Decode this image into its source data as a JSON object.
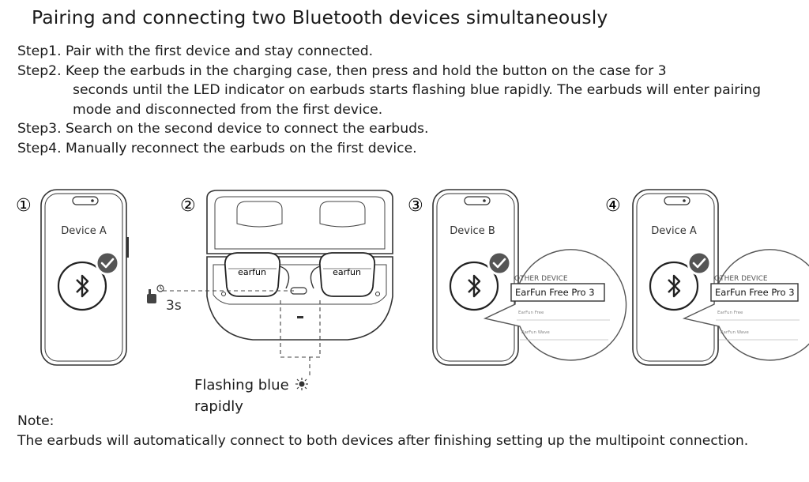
{
  "title": "Pairing and connecting two Bluetooth devices simultaneously",
  "steps": [
    {
      "label": "Step1.",
      "text": "Pair with the first device and stay connected."
    },
    {
      "label": "Step2.",
      "line1": "Keep the earbuds in the charging case, then press and hold the button on the case for 3",
      "cont": "seconds until the LED indicator on earbuds starts flashing blue rapidly. The earbuds will enter pairing mode and disconnected from the first device."
    },
    {
      "label": "Step3.",
      "text": "Search on the second device to connect the earbuds."
    },
    {
      "label": "Step4.",
      "text": "Manually reconnect the earbuds on the first device."
    }
  ],
  "figures": {
    "fig1": {
      "number": "①",
      "device": "Device A"
    },
    "fig2": {
      "number": "②",
      "hold_time": "3s",
      "bud_left": "earfun",
      "bud_right": "earfun",
      "flash_line1": "Flashing blue",
      "flash_line2": "rapidly"
    },
    "fig3": {
      "number": "③",
      "device": "Device B",
      "list_header": "OTHER DEVICE",
      "list_selected": "EarFun Free Pro 3",
      "list_item2": "EarFun Free",
      "list_item3": "EarFun Wave"
    },
    "fig4": {
      "number": "④",
      "device": "Device A",
      "list_header": "OTHER DEVICE",
      "list_selected": "EarFun Free Pro 3",
      "list_item2": "EarFun Free",
      "list_item3": "EarFun Wave"
    }
  },
  "note": {
    "label": "Note:",
    "text": "The earbuds will automatically connect to both devices after finishing setting up the multipoint connection."
  },
  "colors": {
    "ink": "#1a1a1a",
    "line": "#444444",
    "check": "#555555"
  }
}
